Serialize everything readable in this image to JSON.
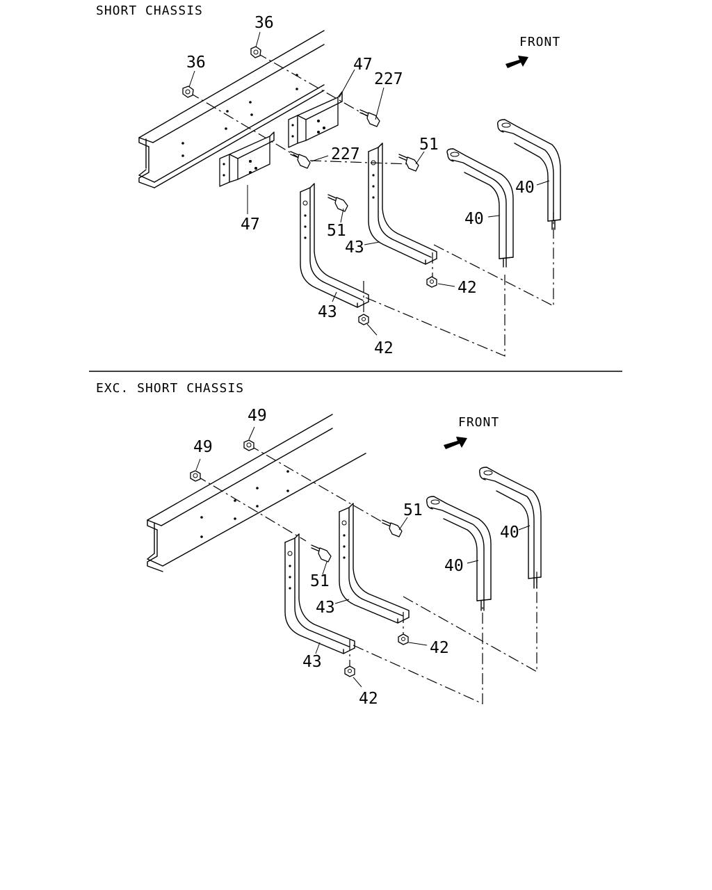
{
  "sections": [
    {
      "title": "SHORT CHASSIS",
      "front_label": "FRONT",
      "callouts": [
        "36",
        "36",
        "47",
        "227",
        "227",
        "47",
        "51",
        "51",
        "43",
        "43",
        "42",
        "42",
        "40",
        "40"
      ]
    },
    {
      "title": "EXC. SHORT CHASSIS",
      "front_label": "FRONT",
      "callouts": [
        "49",
        "49",
        "51",
        "51",
        "43",
        "43",
        "42",
        "42",
        "40",
        "40"
      ]
    }
  ]
}
